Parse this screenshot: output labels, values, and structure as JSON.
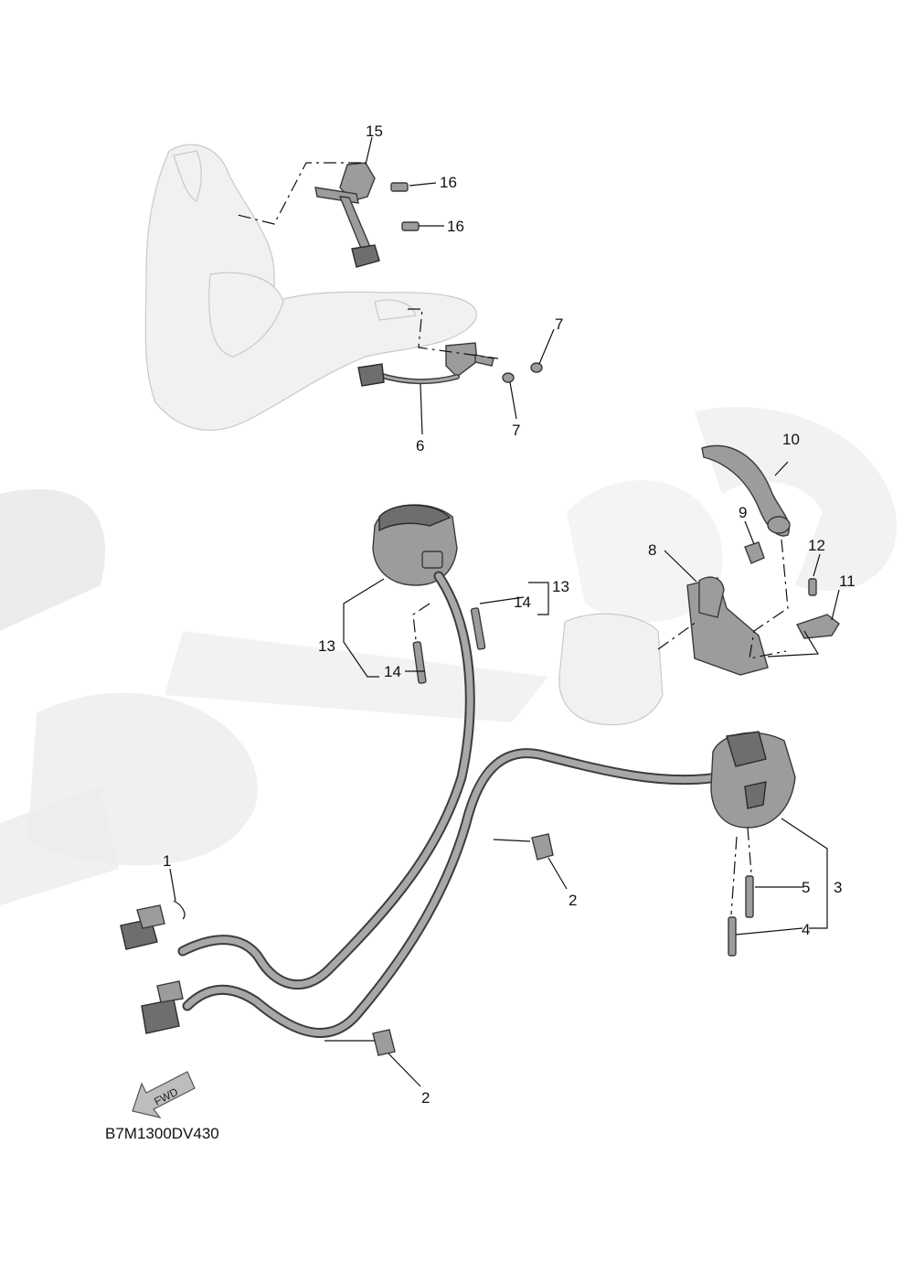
{
  "callouts": [
    "1",
    "2",
    "2",
    "3",
    "4",
    "5",
    "6",
    "7",
    "7",
    "8",
    "9",
    "10",
    "11",
    "12",
    "13",
    "13",
    "14",
    "14",
    "15",
    "16",
    "16"
  ],
  "arrow_label": "FWD",
  "diagram_code": "B7M1300DV430",
  "icons": {
    "direction": "forward-arrow-icon"
  }
}
